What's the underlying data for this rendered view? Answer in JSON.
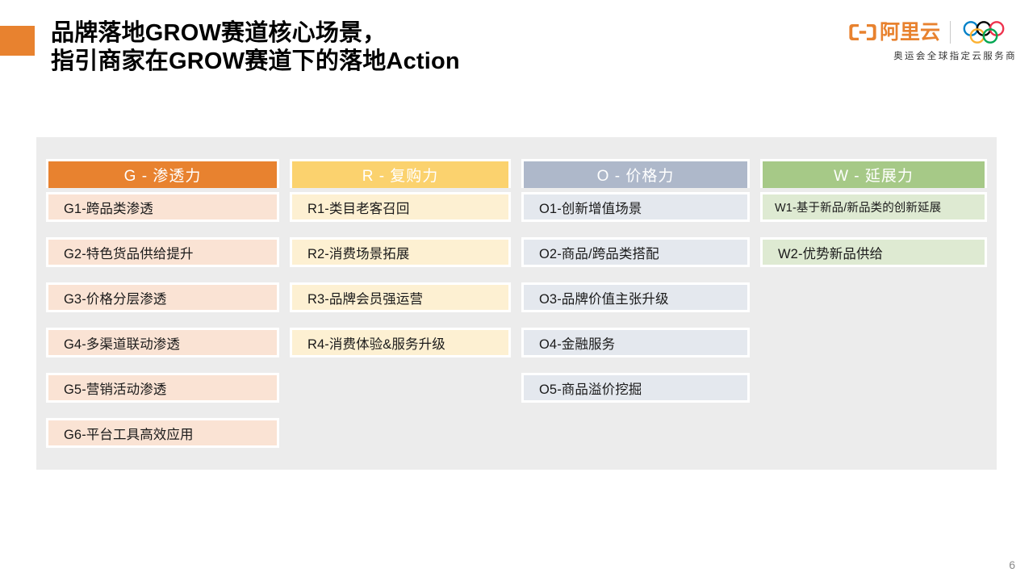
{
  "header": {
    "title_line1": "品牌落地GROW赛道核心场景，",
    "title_line2": "指引商家在GROW赛道下的落地Action",
    "accent_color": "#E8822F"
  },
  "logo": {
    "brand_text": "阿里云",
    "brand_color": "#E8822F",
    "tagline": "奥运会全球指定云服务商",
    "mark_icon": "alibaba-cloud-mark-icon",
    "rings_icon": "olympic-rings-icon"
  },
  "panel": {
    "background": "#ECECEC",
    "columns": [
      {
        "key": "G",
        "header": "G - 渗透力",
        "header_bg": "#E8822F",
        "item_bg": "#FAE3D4",
        "items": [
          "G1-跨品类渗透",
          "G2-特色货品供给提升",
          "G3-价格分层渗透",
          "G4-多渠道联动渗透",
          "G5-营销活动渗透",
          "G6-平台工具高效应用"
        ]
      },
      {
        "key": "R",
        "header": "R - 复购力",
        "header_bg": "#FBD26E",
        "item_bg": "#FDF0D2",
        "items": [
          "R1-类目老客召回",
          "R2-消费场景拓展",
          "R3-品牌会员强运营",
          "R4-消费体验&服务升级"
        ]
      },
      {
        "key": "O",
        "header": "O - 价格力",
        "header_bg": "#AEB8CA",
        "item_bg": "#E4E8EE",
        "items": [
          "O1-创新增值场景",
          "O2-商品/跨品类搭配",
          "O3-品牌价值主张升级",
          "O4-金融服务",
          "O5-商品溢价挖掘"
        ]
      },
      {
        "key": "W",
        "header": "W - 延展力",
        "header_bg": "#A6C987",
        "item_bg": "#DEEAD2",
        "items": [
          "W1-基于新品/新品类的创新延展",
          "W2-优势新品供给"
        ]
      }
    ]
  },
  "footer": {
    "page_number": "6"
  }
}
